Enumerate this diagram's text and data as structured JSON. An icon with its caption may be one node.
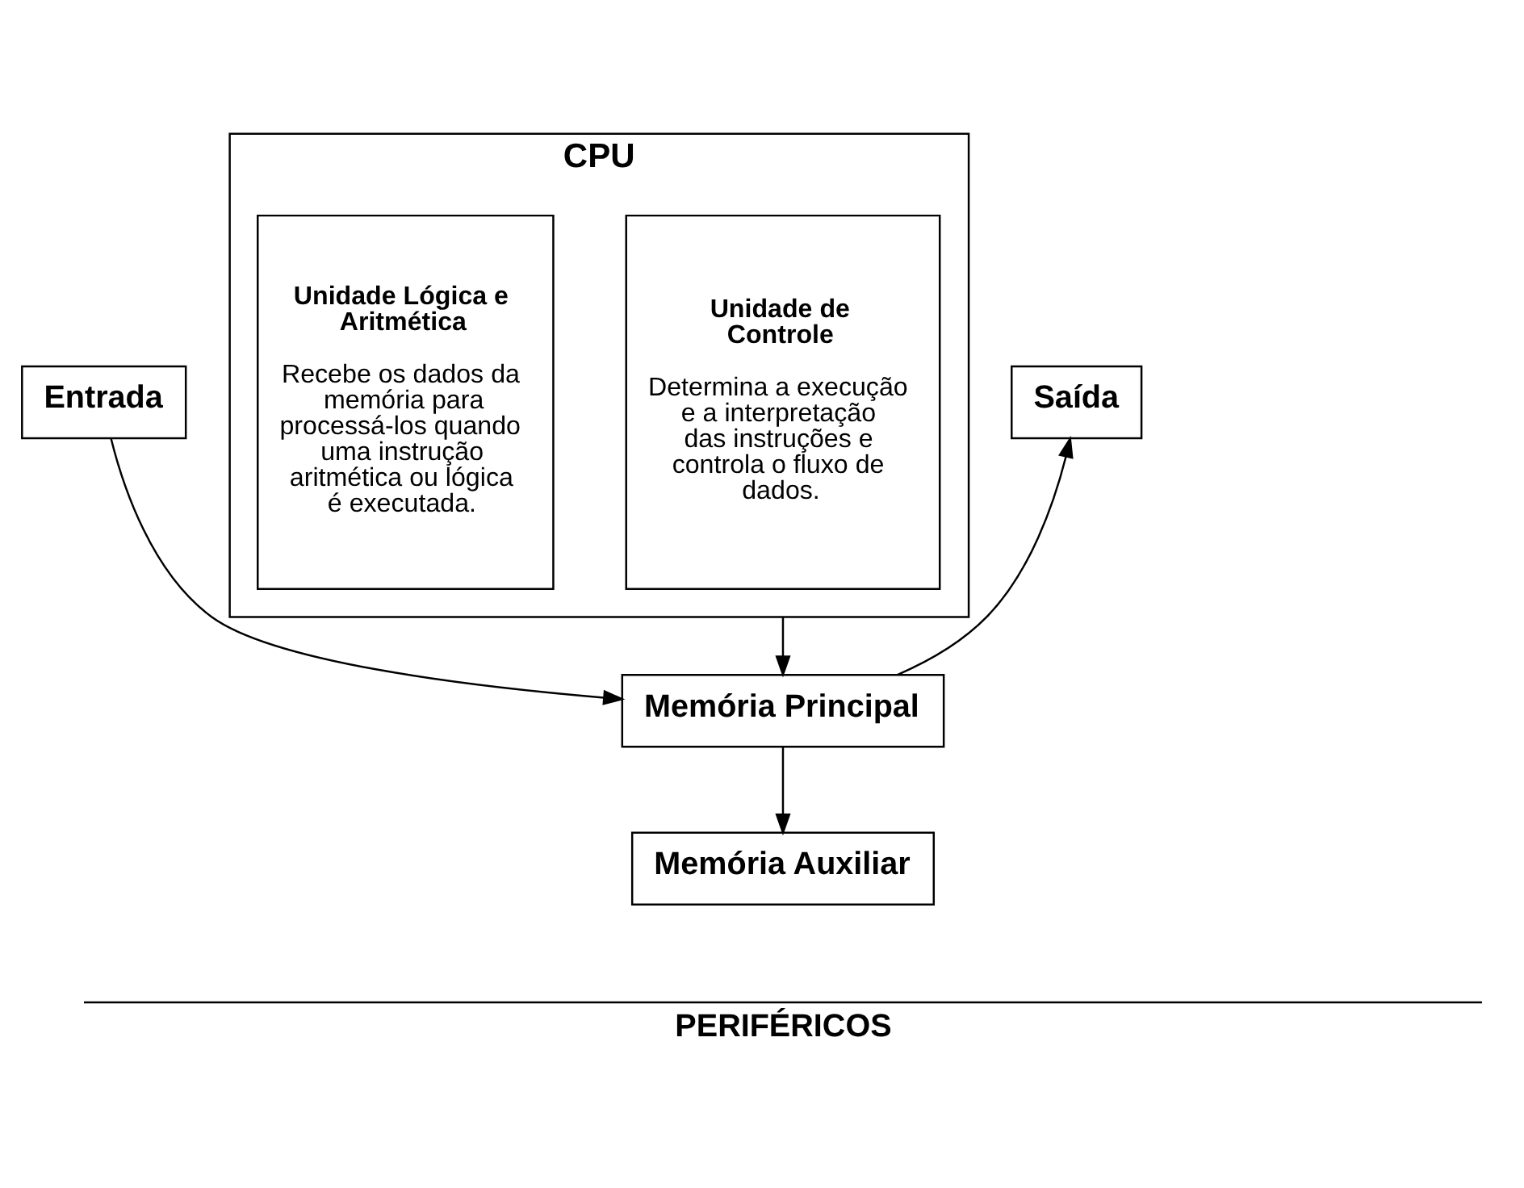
{
  "diagram": {
    "nodes": [
      {
        "text": [
          "CPU"
        ]
      },
      {
        "text": [
          "Unidade de Controle",
          "Determina a execução e a interpretação das instruções e controla o fluxo de dados."
        ],
        "in": 0
      },
      {
        "text": [
          "Unidade Lógica e Aritmética",
          "Recebe os dados da memória para processá-los quando uma instrução aritmética ou lógica é executada."
        ],
        "in": 0
      },
      {
        "text": [
          "Entrada"
        ]
      },
      {
        "text": [
          "Saída"
        ]
      },
      {
        "text": [
          "Memória Principal"
        ]
      },
      {
        "text": [
          "Memória Auxiliar"
        ]
      }
    ],
    "edges": [
      {
        "from": 0,
        "to": 5,
        "arrow": "to"
      },
      {
        "from": 3,
        "to": 5,
        "arrow": "to"
      },
      {
        "from": 5,
        "to": 4,
        "arrow": "to"
      },
      {
        "from": 5,
        "to": 6,
        "arrow": "to"
      }
    ],
    "labels": [
      "PERIFÉRICOS"
    ]
  }
}
